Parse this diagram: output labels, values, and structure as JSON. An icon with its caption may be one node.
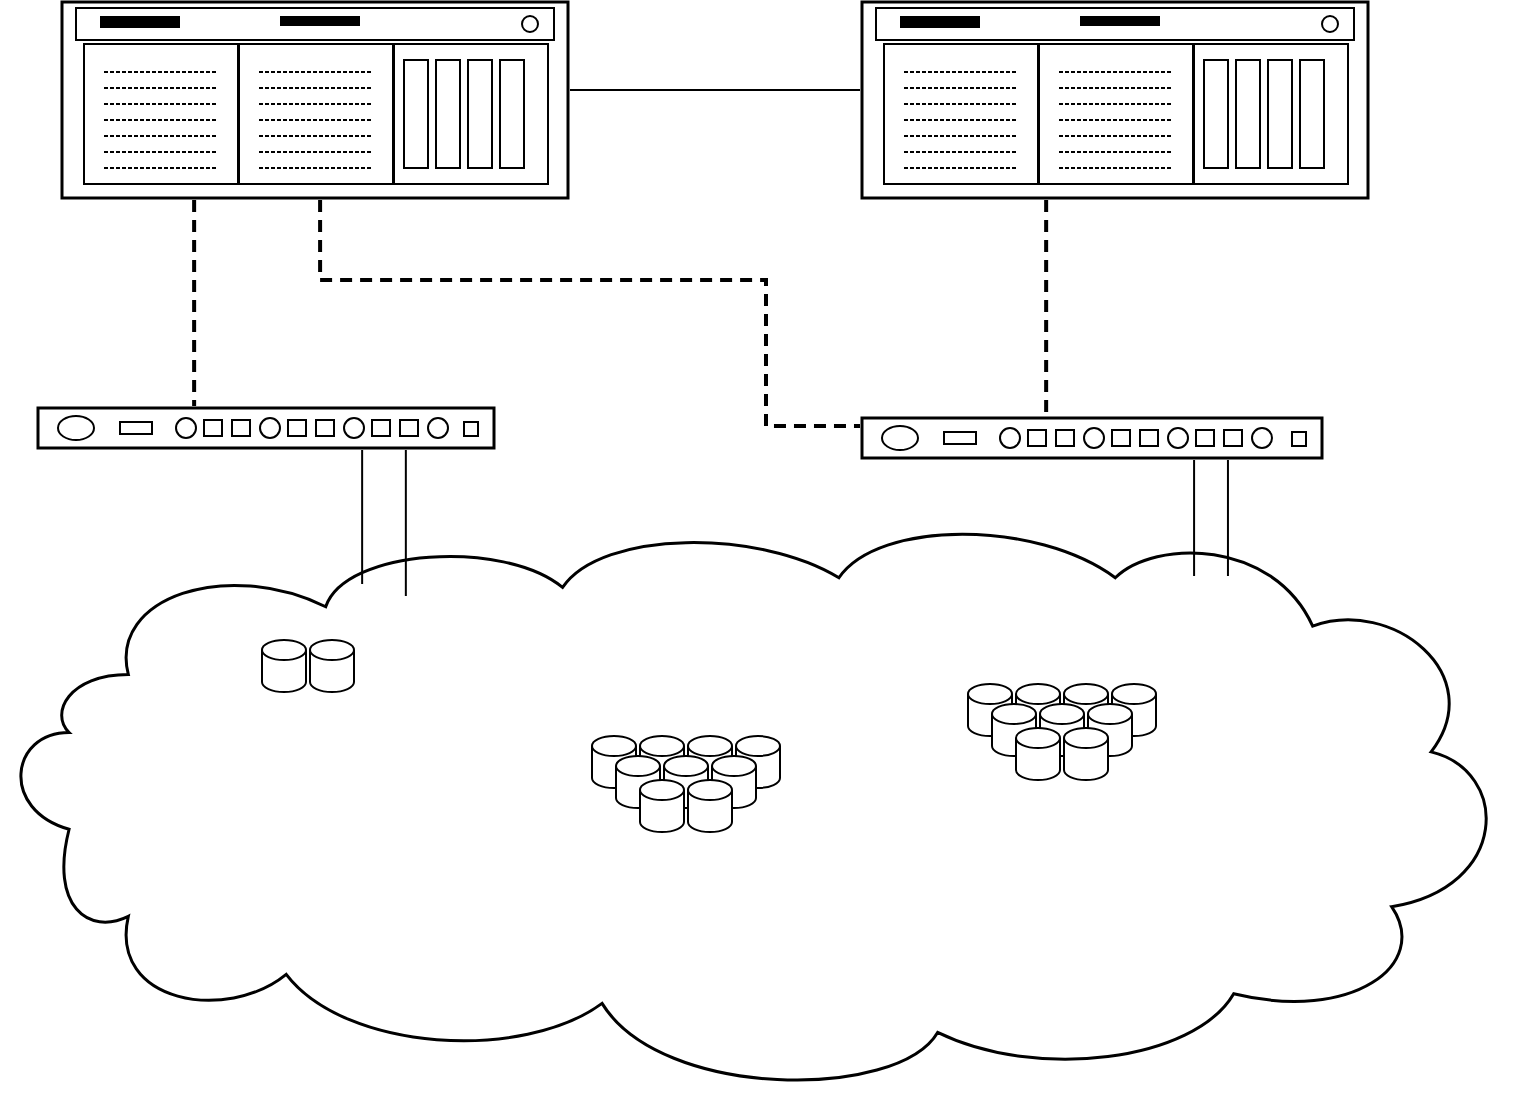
{
  "diagram": {
    "nodes": [
      {
        "text": [],
        "shape": "picture"
      },
      {
        "text": [],
        "shape": "picture"
      },
      {
        "text": [],
        "shape": "picture"
      },
      {
        "text": [],
        "shape": "picture"
      },
      {
        "text": [],
        "shape": "cloud"
      },
      {
        "text": [],
        "shape": "cylinder",
        "in": 4
      },
      {
        "text": [],
        "shape": "cylinder",
        "in": 4
      },
      {
        "text": [],
        "shape": "cylinder",
        "in": 4
      }
    ],
    "edges": [
      {
        "from": 0,
        "to": 1,
        "arrow": "none"
      },
      {
        "from": 0,
        "to": 2,
        "arrow": "none",
        "style": "dashed"
      },
      {
        "from": 0,
        "to": 3,
        "arrow": "none",
        "style": "dashed"
      },
      {
        "from": 1,
        "to": 3,
        "arrow": "none",
        "style": "dashed"
      },
      {
        "from": 2,
        "to": 4,
        "arrow": "none"
      },
      {
        "from": 2,
        "to": 4,
        "arrow": "none"
      },
      {
        "from": 3,
        "to": 4,
        "arrow": "none"
      },
      {
        "from": 3,
        "to": 4,
        "arrow": "none"
      }
    ]
  }
}
